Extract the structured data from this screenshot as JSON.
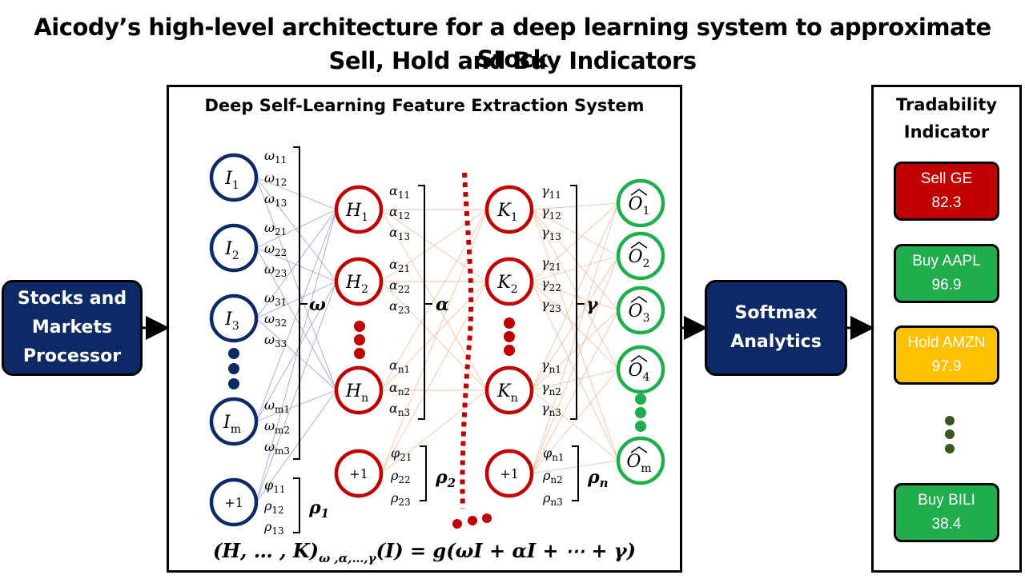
{
  "title_line1": "Aicody’s high-level architecture for a deep learning system to approximate Stock",
  "title_line2": "Sell, Hold and Buy Indicators",
  "left_box_label": "Stocks and\nMarkets\nProcessor",
  "center_panel_title": "Deep Self-Learning Feature Extraction System",
  "softmax_label": "Softmax\nAnalytics",
  "right_panel_title": "Tradability\nIndicator",
  "colors": {
    "navy": "#0d2a66",
    "red_node": "#c00000",
    "green_node": "#1fae4b",
    "blue_node": "#0d2a66",
    "sell": "#c00000",
    "buy": "#1fae4b",
    "hold": "#ffc000"
  },
  "indicators": [
    {
      "label": "Sell GE",
      "value": "82.3",
      "kind": "sell"
    },
    {
      "label": "Buy AAPL",
      "value": "96.9",
      "kind": "buy"
    },
    {
      "label": "Hold AMZN",
      "value": "97.9",
      "kind": "hold"
    },
    {
      "label": "Buy BILI",
      "value": "38.4",
      "kind": "buy"
    }
  ],
  "input_nodes": [
    {
      "base": "I",
      "sub": "1"
    },
    {
      "base": "I",
      "sub": "2"
    },
    {
      "base": "I",
      "sub": "3"
    },
    {
      "base": "I",
      "sub": "m"
    }
  ],
  "input_bias": "+1",
  "hidden1_nodes": [
    {
      "base": "H",
      "sub": "1"
    },
    {
      "base": "H",
      "sub": "2"
    },
    {
      "base": "H",
      "sub": "n"
    }
  ],
  "hidden1_bias": "+1",
  "hiddenk_nodes": [
    {
      "base": "K",
      "sub": "1"
    },
    {
      "base": "K",
      "sub": "2"
    },
    {
      "base": "K",
      "sub": "n"
    }
  ],
  "hiddenk_bias": "+1",
  "output_nodes": [
    {
      "base": "O",
      "sub": "1"
    },
    {
      "base": "O",
      "sub": "2"
    },
    {
      "base": "O",
      "sub": "3"
    },
    {
      "base": "O",
      "sub": "4"
    },
    {
      "base": "O",
      "sub": "m"
    }
  ],
  "omega_weights": [
    {
      "base": "ω",
      "sub": "11"
    },
    {
      "base": "ω",
      "sub": "12"
    },
    {
      "base": "ω",
      "sub": "13"
    },
    {
      "base": "ω",
      "sub": "21"
    },
    {
      "base": "ω",
      "sub": "22"
    },
    {
      "base": "ω",
      "sub": "23"
    },
    {
      "base": "ω",
      "sub": "31"
    },
    {
      "base": "ω",
      "sub": "32"
    },
    {
      "base": "ω",
      "sub": "33"
    },
    {
      "base": "ω",
      "sub": "m1"
    },
    {
      "base": "ω",
      "sub": "m2"
    },
    {
      "base": "ω",
      "sub": "m3"
    }
  ],
  "omega_label": "ω",
  "rho1_weights": [
    {
      "base": "φ",
      "sub": "11"
    },
    {
      "base": "ρ",
      "sub": "12"
    },
    {
      "base": "ρ",
      "sub": "13"
    }
  ],
  "rho1_label": {
    "base": "ρ",
    "sub": "1"
  },
  "alpha_weights": [
    {
      "base": "α",
      "sub": "11"
    },
    {
      "base": "α",
      "sub": "12"
    },
    {
      "base": "α",
      "sub": "13"
    },
    {
      "base": "α",
      "sub": "21"
    },
    {
      "base": "α",
      "sub": "22"
    },
    {
      "base": "α",
      "sub": "23"
    },
    {
      "base": "α",
      "sub": "n1"
    },
    {
      "base": "α",
      "sub": "n2"
    },
    {
      "base": "α",
      "sub": "n3"
    }
  ],
  "alpha_label": "α",
  "rho2_weights": [
    {
      "base": "φ",
      "sub": "21"
    },
    {
      "base": "ρ",
      "sub": "22"
    },
    {
      "base": "ρ",
      "sub": "23"
    }
  ],
  "rho2_label": {
    "base": "ρ",
    "sub": "2"
  },
  "gamma_weights": [
    {
      "base": "γ",
      "sub": "11"
    },
    {
      "base": "γ",
      "sub": "12"
    },
    {
      "base": "γ",
      "sub": "13"
    },
    {
      "base": "γ",
      "sub": "21"
    },
    {
      "base": "γ",
      "sub": "22"
    },
    {
      "base": "γ",
      "sub": "23"
    },
    {
      "base": "γ",
      "sub": "n1"
    },
    {
      "base": "γ",
      "sub": "n2"
    },
    {
      "base": "γ",
      "sub": "n3"
    }
  ],
  "gamma_label": "γ",
  "rhon_weights": [
    {
      "base": "φ",
      "sub": "n1"
    },
    {
      "base": "ρ",
      "sub": "n2"
    },
    {
      "base": "ρ",
      "sub": "n3"
    }
  ],
  "rhon_label": {
    "base": "ρ",
    "sub": "n"
  },
  "formula": {
    "lhs": "(H, … , K)",
    "lhs_sub": "ω ,α,…,γ",
    "rhs": "(I) = g(ωI + αI + ⋯ + γ)"
  }
}
